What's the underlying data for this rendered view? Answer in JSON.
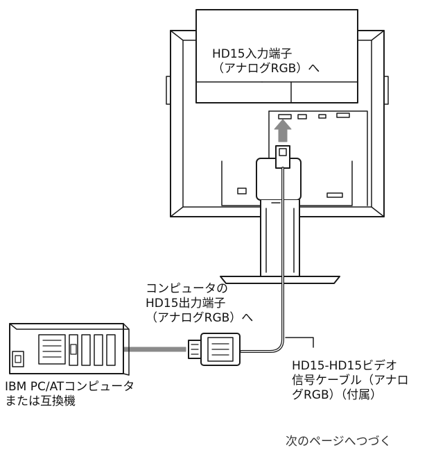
{
  "labels": {
    "hd15_input": [
      "HD15入力端子",
      "（アナログRGB）へ"
    ],
    "computer_output": [
      "コンピュータの",
      "HD15出力端子",
      "（アナログRGB）へ"
    ],
    "cable": [
      "HD15-HD15ビデオ",
      "信号ケーブル（アナロ",
      "グRGB）（付属）"
    ],
    "ibm_pc": [
      "IBM PC/ATコンピュータ",
      "または互換機"
    ]
  },
  "footer": {
    "continue_text": "次のページへつづく"
  },
  "colors": {
    "line": "#1a1a1a",
    "arrow": "#8a8a8a",
    "background": "#ffffff"
  }
}
